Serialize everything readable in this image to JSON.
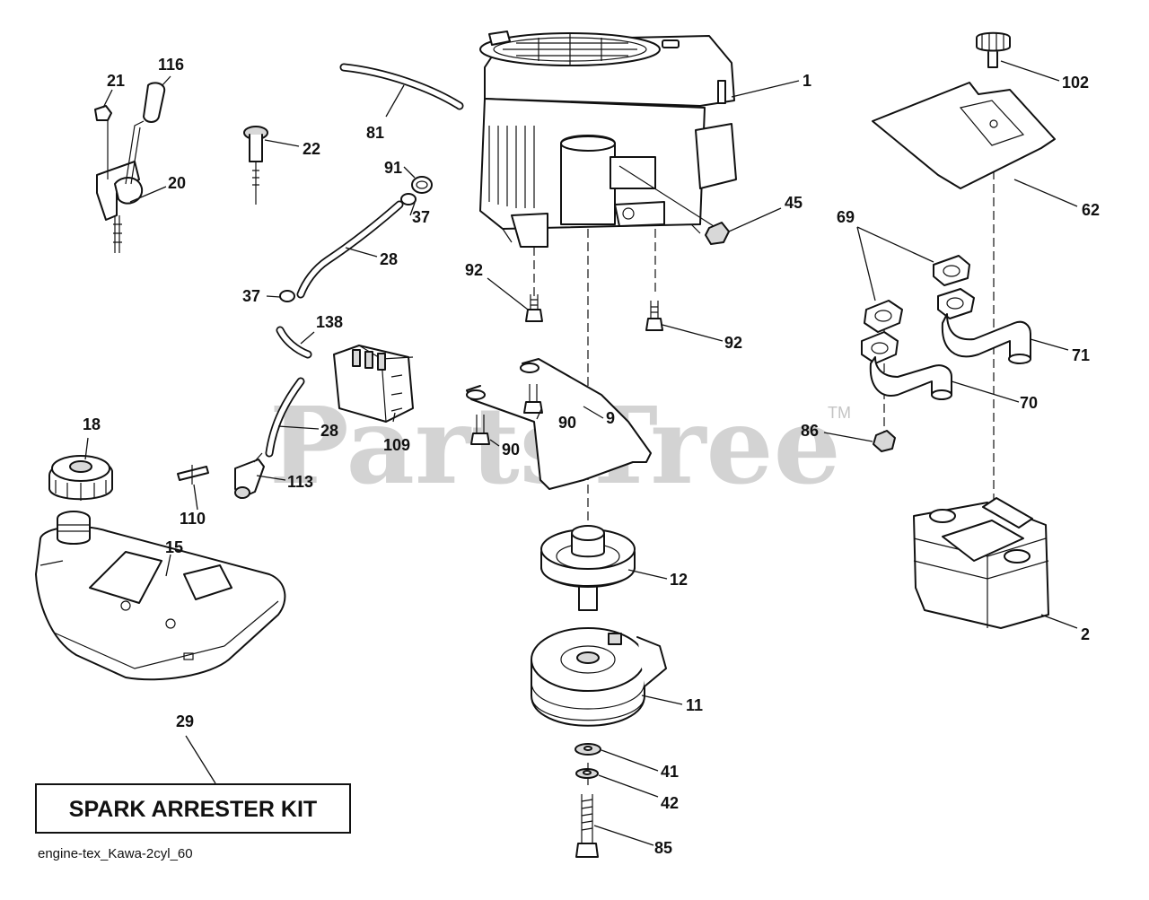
{
  "watermark": {
    "text": "PartsTree",
    "trademark": "TM"
  },
  "footer_code": "engine-tex_Kawa-2cyl_60",
  "kit_box": {
    "label": "SPARK ARRESTER KIT",
    "callout": "29"
  },
  "callouts": {
    "c1": "1",
    "c2": "2",
    "c9": "9",
    "c11": "11",
    "c12": "12",
    "c15": "15",
    "c18": "18",
    "c20": "20",
    "c21": "21",
    "c22": "22",
    "c28a": "28",
    "c28b": "28",
    "c37a": "37",
    "c37b": "37",
    "c41": "41",
    "c42": "42",
    "c45": "45",
    "c62": "62",
    "c69": "69",
    "c70": "70",
    "c71": "71",
    "c81": "81",
    "c85": "85",
    "c86": "86",
    "c90a": "90",
    "c90b": "90",
    "c91": "91",
    "c92a": "92",
    "c92b": "92",
    "c102": "102",
    "c109": "109",
    "c110": "110",
    "c113": "113",
    "c116": "116",
    "c138": "138"
  }
}
